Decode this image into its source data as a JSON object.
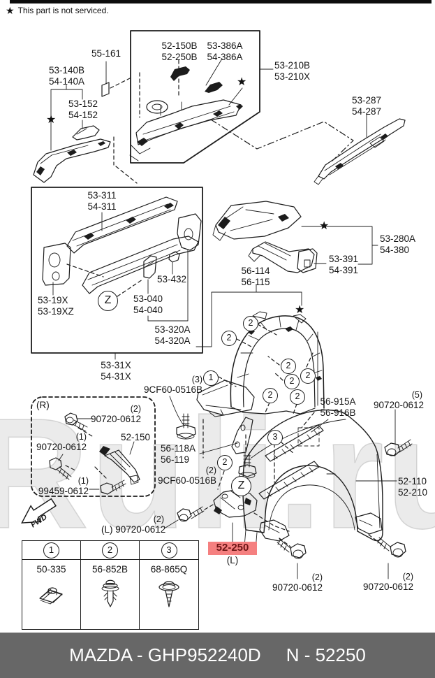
{
  "colors": {
    "highlight_bg": "#f58080",
    "highlight_text": "#6d1515",
    "footer_bg": "#676767",
    "footer_text": "#ffffff"
  },
  "icons": {
    "star": "★"
  },
  "note": {
    "text": "This part is not serviced."
  },
  "fwd_label": "FWD",
  "watermark": "Ruli.ru",
  "footer": {
    "left": "MAZDA - GHP952240D",
    "right": "N - 52250"
  },
  "callouts": {
    "n1": "1",
    "n2": "2",
    "n3": "3",
    "z": "Z"
  },
  "labels": {
    "p55_161": {
      "l1": "55-161"
    },
    "p53_140": {
      "l1": "53-140B",
      "l2": "54-140A"
    },
    "p53_152": {
      "l1": "53-152",
      "l2": "54-152"
    },
    "p52_150b": {
      "l1": "52-150B",
      "l2": "52-250B"
    },
    "p53_386": {
      "l1": "53-386A",
      "l2": "54-386A"
    },
    "p53_210": {
      "l1": "53-210B",
      "l2": "53-210X"
    },
    "p53_287": {
      "l1": "53-287",
      "l2": "54-287"
    },
    "p53_311": {
      "l1": "53-311",
      "l2": "54-311"
    },
    "p53_19x": {
      "l1": "53-19X",
      "l2": "53-19XZ"
    },
    "p53_040": {
      "l1": "53-040",
      "l2": "54-040"
    },
    "p53_432": {
      "l1": "53-432"
    },
    "p53_320": {
      "l1": "53-320A",
      "l2": "54-320A"
    },
    "p53_31x": {
      "l1": "53-31X",
      "l2": "54-31X"
    },
    "p53_280": {
      "l1": "53-280A",
      "l2": "54-380"
    },
    "p53_391": {
      "l1": "53-391",
      "l2": "54-391"
    },
    "p56_114": {
      "l1": "56-114",
      "l2": "56-115"
    },
    "p9cf60_3": {
      "qty": "(3)",
      "l1": "9CF60-0516B"
    },
    "p90720_r2": {
      "qty": "(2)",
      "l1": "90720-0612"
    },
    "p90720_r1": {
      "qty": "(1)",
      "l1": "90720-0612"
    },
    "p52_150": {
      "l1": "52-150"
    },
    "p56_118": {
      "l1": "56-118A",
      "l2": "56-119"
    },
    "p99459": {
      "qty": "(1)",
      "l1": "99459-0612"
    },
    "p9cf60_2": {
      "qty": "(2)",
      "l1": "9CF60-0516B"
    },
    "p90720_l": {
      "qty": "(2)",
      "l1": "(L) 90720-0612"
    },
    "p56_915": {
      "l1": "56-915A",
      "l2": "56-916B"
    },
    "p90720_5": {
      "qty": "(5)",
      "l1": "90720-0612"
    },
    "p52_110": {
      "l1": "52-110",
      "l2": "52-210"
    },
    "p52_250": {
      "l1": "52-250",
      "l2": "(L)"
    },
    "p90720_b1": {
      "qty": "(2)",
      "l1": "90720-0612"
    },
    "p90720_b2": {
      "qty": "(2)",
      "l1": "90720-0612"
    },
    "r_marker": "(R)"
  },
  "table": {
    "cols": [
      {
        "num": "1",
        "part": "50-335"
      },
      {
        "num": "2",
        "part": "56-852B"
      },
      {
        "num": "3",
        "part": "68-865Q"
      }
    ]
  }
}
